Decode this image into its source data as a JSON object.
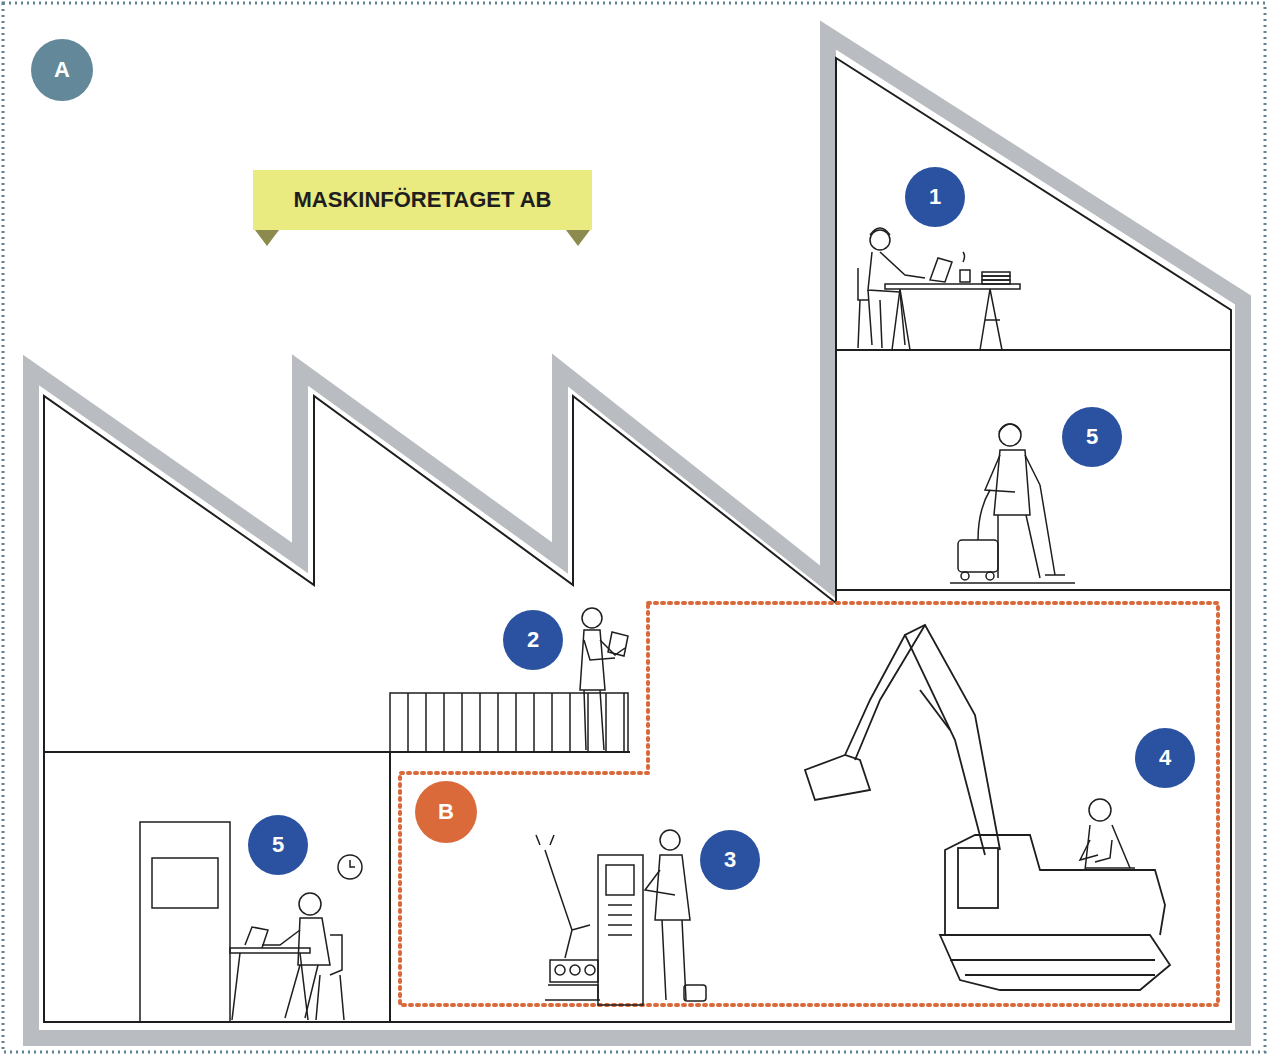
{
  "diagram": {
    "nodes": [
      {
        "text": [
          "A"
        ]
      },
      {
        "text": [
          "MASKINFÖRETAGET AB"
        ]
      },
      {
        "text": [
          "1"
        ]
      },
      {
        "text": [
          "5"
        ]
      },
      {
        "text": [
          "2"
        ]
      },
      {
        "text": [
          "4"
        ]
      },
      {
        "text": [
          "B"
        ]
      },
      {
        "text": [
          "5"
        ]
      },
      {
        "text": [
          "3"
        ]
      }
    ]
  }
}
